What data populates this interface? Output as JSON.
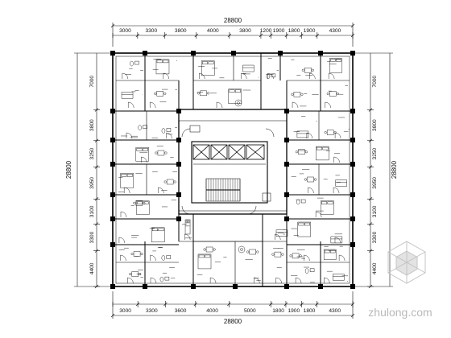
{
  "plan": {
    "overall_width": "28800",
    "overall_height": "28800",
    "top_dims": [
      "3000",
      "3300",
      "3800",
      "4000",
      "3800",
      "1200",
      "1900",
      "1800",
      "1900",
      "4300"
    ],
    "bottom_dims": [
      "3000",
      "3300",
      "3600",
      "4000",
      "5000",
      "1800",
      "1900",
      "1800",
      "4300"
    ],
    "left_dims": [
      "7000",
      "3800",
      "3250",
      "3950",
      "3100",
      "3300",
      "4400"
    ],
    "right_dims": [
      "7000",
      "3800",
      "3250",
      "3950",
      "3100",
      "3300",
      "4400"
    ]
  },
  "watermark": {
    "text": "zhulong.com",
    "color": "#b9b9b9"
  },
  "colors": {
    "line": "#111111",
    "wall": "#000000",
    "background": "#ffffff"
  }
}
